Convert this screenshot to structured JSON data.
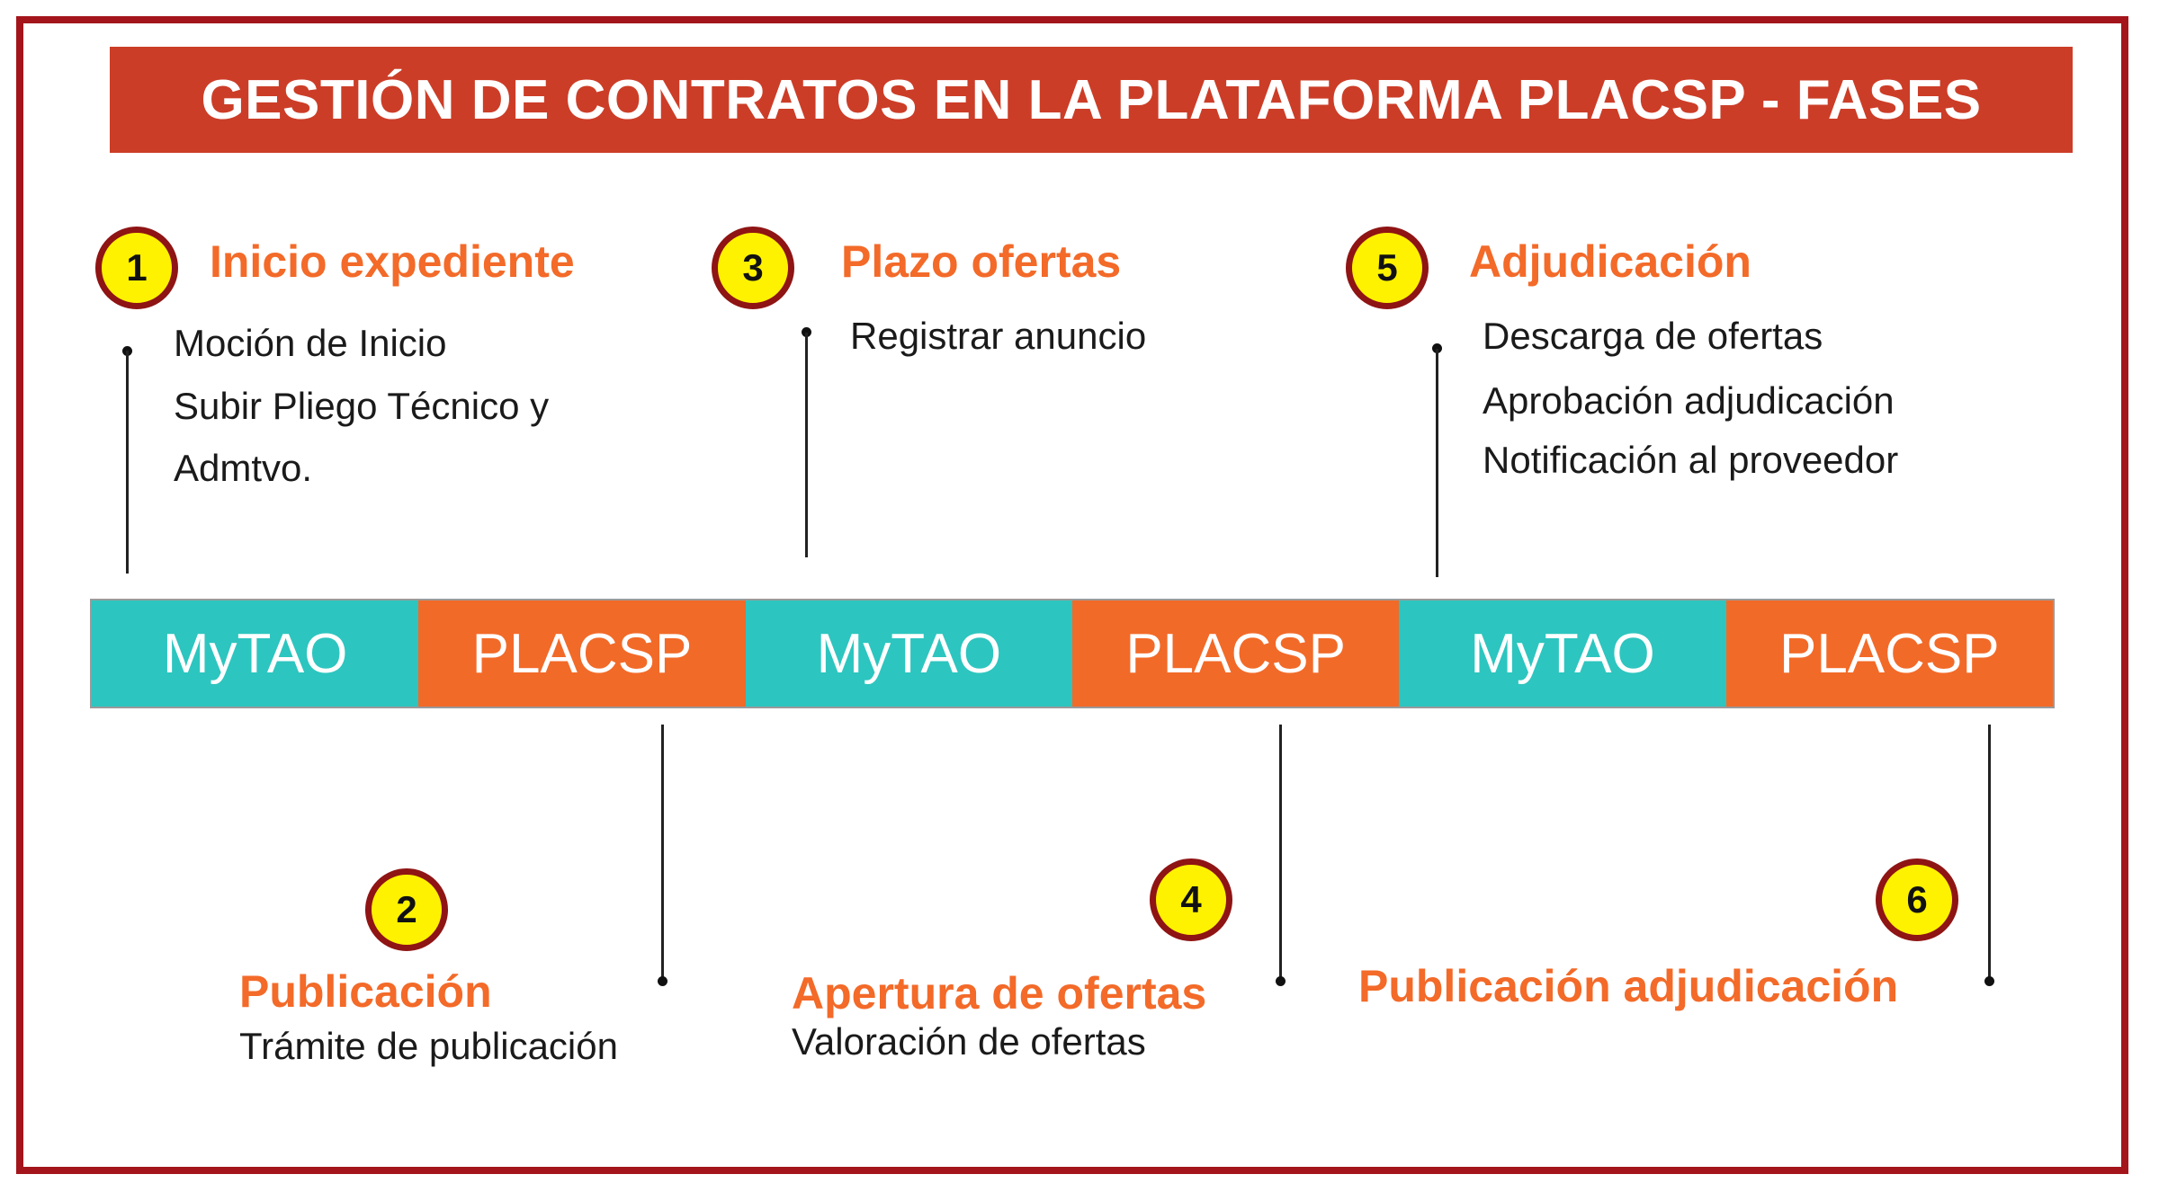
{
  "title": "GESTIÓN DE CONTRATOS EN LA PLATAFORMA PLACSP - FASES",
  "colors": {
    "title_bg": "#cc3d27",
    "frame": "#a3151b",
    "teal": "#2dc5bf",
    "orange": "#f26a28",
    "badge": "#fff200",
    "phase_title": "#f36a29"
  },
  "segments": [
    "MyTAO",
    "PLACSP",
    "MyTAO",
    "PLACSP",
    "MyTAO",
    "PLACSP"
  ],
  "phases": [
    {
      "number": "1",
      "title": "Inicio expediente",
      "lines": [
        "Moción de Inicio",
        "Subir Pliego Técnico y",
        "Admtvo."
      ]
    },
    {
      "number": "2",
      "title": "Publicación",
      "lines": [
        "Trámite de publicación"
      ]
    },
    {
      "number": "3",
      "title": "Plazo ofertas",
      "lines": [
        "Registrar anuncio"
      ]
    },
    {
      "number": "4",
      "title": "Apertura de ofertas",
      "lines": [
        "Valoración de ofertas"
      ]
    },
    {
      "number": "5",
      "title": "Adjudicación",
      "lines": [
        "Descarga de ofertas",
        "Aprobación adjudicación",
        "Notificación al proveedor"
      ]
    },
    {
      "number": "6",
      "title": "Publicación adjudicación",
      "lines": []
    }
  ]
}
